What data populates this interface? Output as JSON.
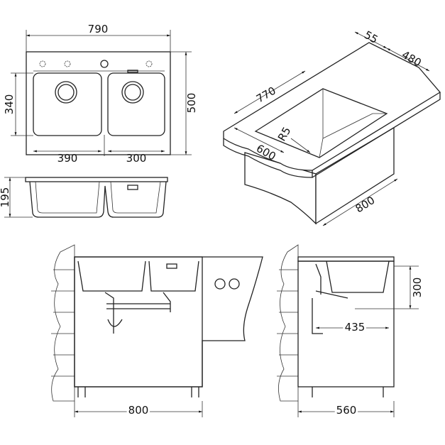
{
  "top_view": {
    "width": "790",
    "depth": "500",
    "bowl_depth": "340",
    "left_bowl": "390",
    "right_bowl": "300"
  },
  "side_view": {
    "height": "195"
  },
  "iso_view": {
    "rim": "55",
    "depth": "480",
    "length": "770",
    "radius": "R5",
    "width": "600",
    "cabinet": "800"
  },
  "front_install": {
    "cabinet_width": "800"
  },
  "side_install": {
    "cabinet_depth": "560",
    "height": "300",
    "offset": "435"
  }
}
